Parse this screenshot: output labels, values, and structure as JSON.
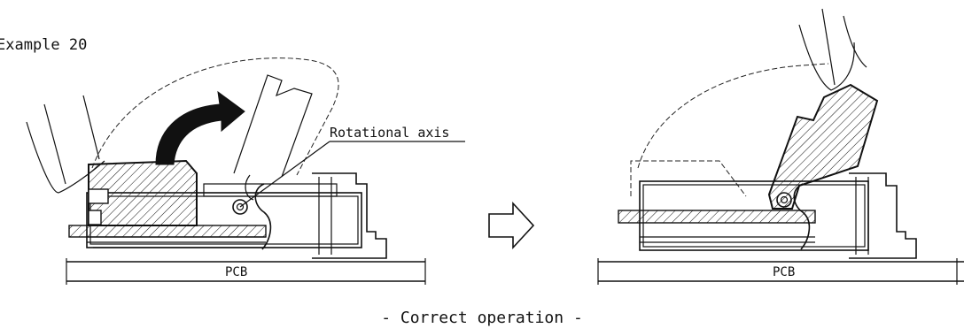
{
  "example_label": "Example 20",
  "left_panel": {
    "callout": "Rotational axis",
    "board_label": "PCB"
  },
  "right_panel": {
    "board_label": "PCB"
  },
  "caption": "- Correct operation -",
  "colors": {
    "line": "#111111",
    "arrow_fill": "#111111",
    "background": "#ffffff"
  }
}
